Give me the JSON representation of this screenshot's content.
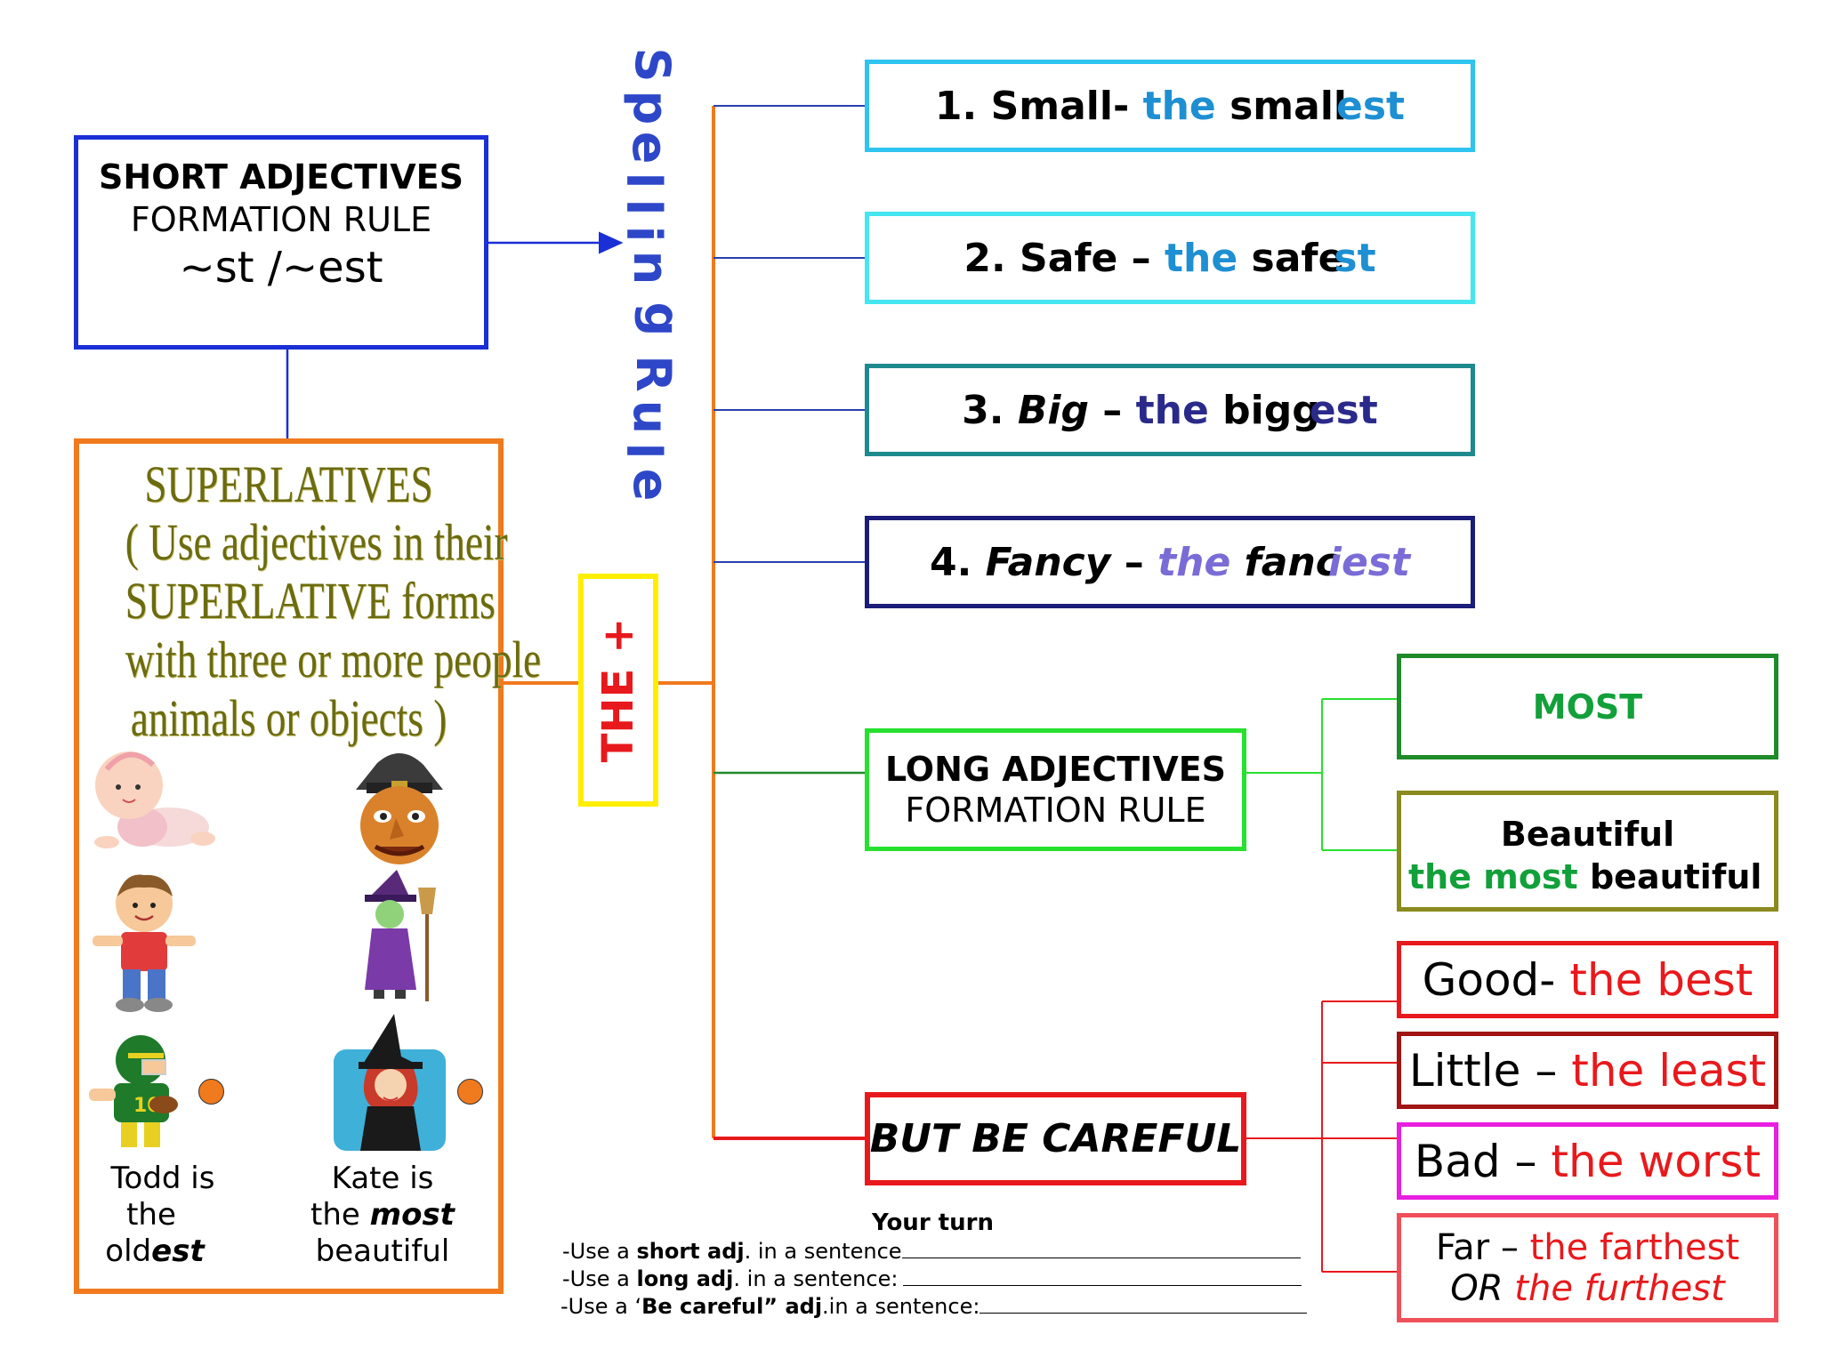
{
  "short_rule": {
    "title": "SHORT ADJECTIVES",
    "subtitle": "FORMATION RULE",
    "formula": "~st /~est"
  },
  "superlatives": {
    "heading": "SUPERLATIVES",
    "line1": "( Use adjectives in their",
    "line2": "SUPERLATIVE forms",
    "line3": "with three or more people",
    "line4": "animals or objects )",
    "todd": {
      "l1": "Todd is",
      "l2": "the",
      "l3a": "old",
      "l3b": "est"
    },
    "kate": {
      "l1": "Kate is",
      "l2a": "the ",
      "l2b": "most",
      "l3": "beautiful"
    }
  },
  "spelling_rule": {
    "word1": [
      "S",
      "p",
      "e",
      "l",
      "l",
      "i",
      "n",
      "g"
    ],
    "word2": [
      "R",
      "u",
      "l",
      "e"
    ]
  },
  "the_plus": "THE +",
  "examples": [
    {
      "num": "1.",
      "base": "Small-",
      "the": "the",
      "stem": "small",
      "suffix": "est"
    },
    {
      "num": "2.",
      "base": "Safe –",
      "the": "the",
      "stem": "safe",
      "suffix": "st"
    },
    {
      "num": "3.",
      "base": "Big",
      "dash": "–",
      "the": "the",
      "stem": "bigg",
      "suffix": "est"
    },
    {
      "num": "4.",
      "base": "Fancy",
      "dash": "–",
      "the": "the",
      "stem": "fanc",
      "suffix": "iest"
    }
  ],
  "long_rule": {
    "title": "LONG ADJECTIVES",
    "subtitle": "FORMATION RULE"
  },
  "most": "MOST",
  "beautiful_example": {
    "word": "Beautiful",
    "the": "the",
    "most": "most",
    "adj": "beautiful"
  },
  "careful": "BUT BE CAREFUL",
  "irregulars": [
    {
      "base": "Good-",
      "result": "the best"
    },
    {
      "base": "Little –",
      "result": "the least"
    },
    {
      "base": "Bad –",
      "result": "the worst"
    },
    {
      "base": "Far –",
      "result": "the farthest",
      "or": "OR",
      "alt": "the furthest"
    }
  ],
  "your_turn": {
    "title": "Your turn",
    "l1a": "-Use a ",
    "l1b": "short adj",
    "l1c": ". in a sentence",
    "l2a": "-Use a ",
    "l2b": "long adj",
    "l2c": ". in a sentence:",
    "l3a": "-Use a ‘",
    "l3b": "Be careful” adj",
    "l3c": ".in a sentence:"
  },
  "colors": {
    "blue": "#1a2fd6",
    "orange": "#f07a1e",
    "yellow": "#ffee00",
    "red": "#e8191c",
    "cyan": "#2ec4ef",
    "teal": "#1f8a8e",
    "navy": "#1c1c7a",
    "green": "#27e02f",
    "darkgreen": "#1f8a2a",
    "olive": "#8a8a1f",
    "magenta": "#e81ee0",
    "darkred": "#a01414",
    "the_blue": "#1e8fd2",
    "lavender": "#7a6cd6",
    "textgreen": "#12a03a"
  }
}
